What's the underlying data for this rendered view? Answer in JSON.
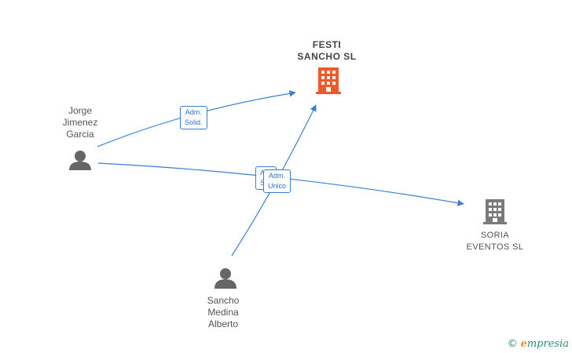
{
  "nodes": {
    "festi_sancho": {
      "name_line1": "FESTI",
      "name_line2": "SANCHO  SL",
      "color": "#f0592a",
      "icon": "building-icon"
    },
    "soria_eventos": {
      "name_line1": "SORIA",
      "name_line2": "EVENTOS  SL",
      "color": "#7a7a7a",
      "icon": "building-icon"
    },
    "jorge": {
      "name_line1": "Jorge",
      "name_line2": "Jimenez",
      "name_line3": "Garcia",
      "color": "#666666",
      "icon": "person-icon"
    },
    "sancho": {
      "name_line1": "Sancho",
      "name_line2": "Medina",
      "name_line3": "Alberto",
      "color": "#666666",
      "icon": "person-icon"
    }
  },
  "edges": {
    "jorge_festi": {
      "line1": "Adm.",
      "line2": "Solid."
    },
    "sancho_soria": {
      "line1": "Adm.",
      "line2": "Unico"
    },
    "jorge_soria_behind": {
      "line1": "A",
      "line2": "S"
    }
  },
  "colors": {
    "edge": "#3a7fd5"
  },
  "brand": {
    "copyright": "©",
    "initial": "e",
    "rest": "mpresia"
  }
}
